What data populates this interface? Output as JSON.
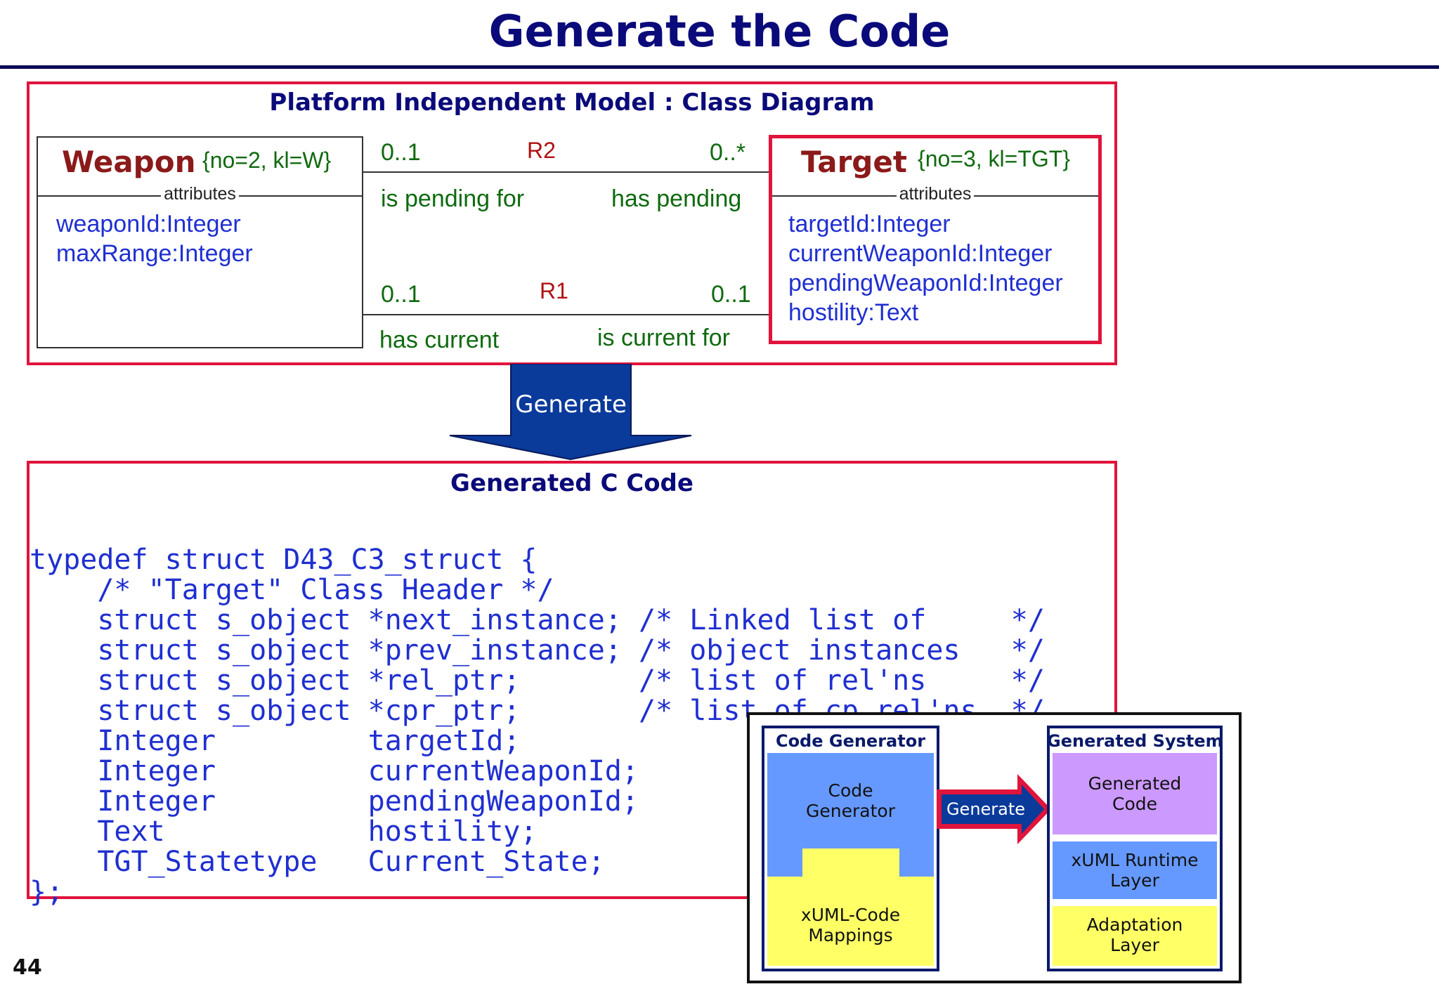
{
  "slide": {
    "title": "Generate the Code",
    "page_number": "44"
  },
  "pim": {
    "title": "Platform Independent Model : Class Diagram",
    "weapon": {
      "name": "Weapon",
      "key": "{no=2, kl=W}",
      "attributes_label": "attributes",
      "attributes": [
        "weaponId:Integer",
        "maxRange:Integer"
      ]
    },
    "target": {
      "name": "Target",
      "key": "{no=3, kl=TGT}",
      "attributes_label": "attributes",
      "attributes": [
        "targetId:Integer",
        "currentWeaponId:Integer",
        "pendingWeaponId:Integer",
        "hostility:Text"
      ]
    },
    "r2": {
      "name": "R2",
      "left_mult": "0..1",
      "right_mult": "0..*",
      "left_phrase": "is pending for",
      "right_phrase": "has pending"
    },
    "r1": {
      "name": "R1",
      "left_mult": "0..1",
      "right_mult": "0..1",
      "left_phrase": "has current",
      "right_phrase": "is current for"
    }
  },
  "generate_arrow": {
    "label": "Generate"
  },
  "c_code": {
    "title": "Generated C Code",
    "lines": [
      "typedef struct D43_C3_struct {",
      "    /* \"Target\" Class Header */",
      "    struct s_object *next_instance; /* Linked list of     */",
      "    struct s_object *prev_instance; /* object instances   */",
      "    struct s_object *rel_ptr;       /* list of rel'ns     */",
      "    struct s_object *cpr_ptr;       /* list of cp rel'ns  */",
      "    Integer         targetId;",
      "    Integer         currentWeaponId;",
      "    Integer         pendingWeaponId;",
      "    Text            hostility;",
      "    TGT_Statetype   Current_State;",
      "};"
    ]
  },
  "inset": {
    "left_title": "Code Generator",
    "code_generator": "Code Generator",
    "mappings": "xUML-Code Mappings",
    "arrow_label": "Generate",
    "right_title": "Generated System",
    "generated_code": "Generated Code",
    "runtime_layer": "xUML Runtime Layer",
    "adaptation_layer": "Adaptation Layer",
    "colors": {
      "blue": "#6699ff",
      "yellow": "#ffff66",
      "violet": "#cc99ff",
      "navy": "#0a1a6a",
      "red": "#e0143c"
    }
  }
}
